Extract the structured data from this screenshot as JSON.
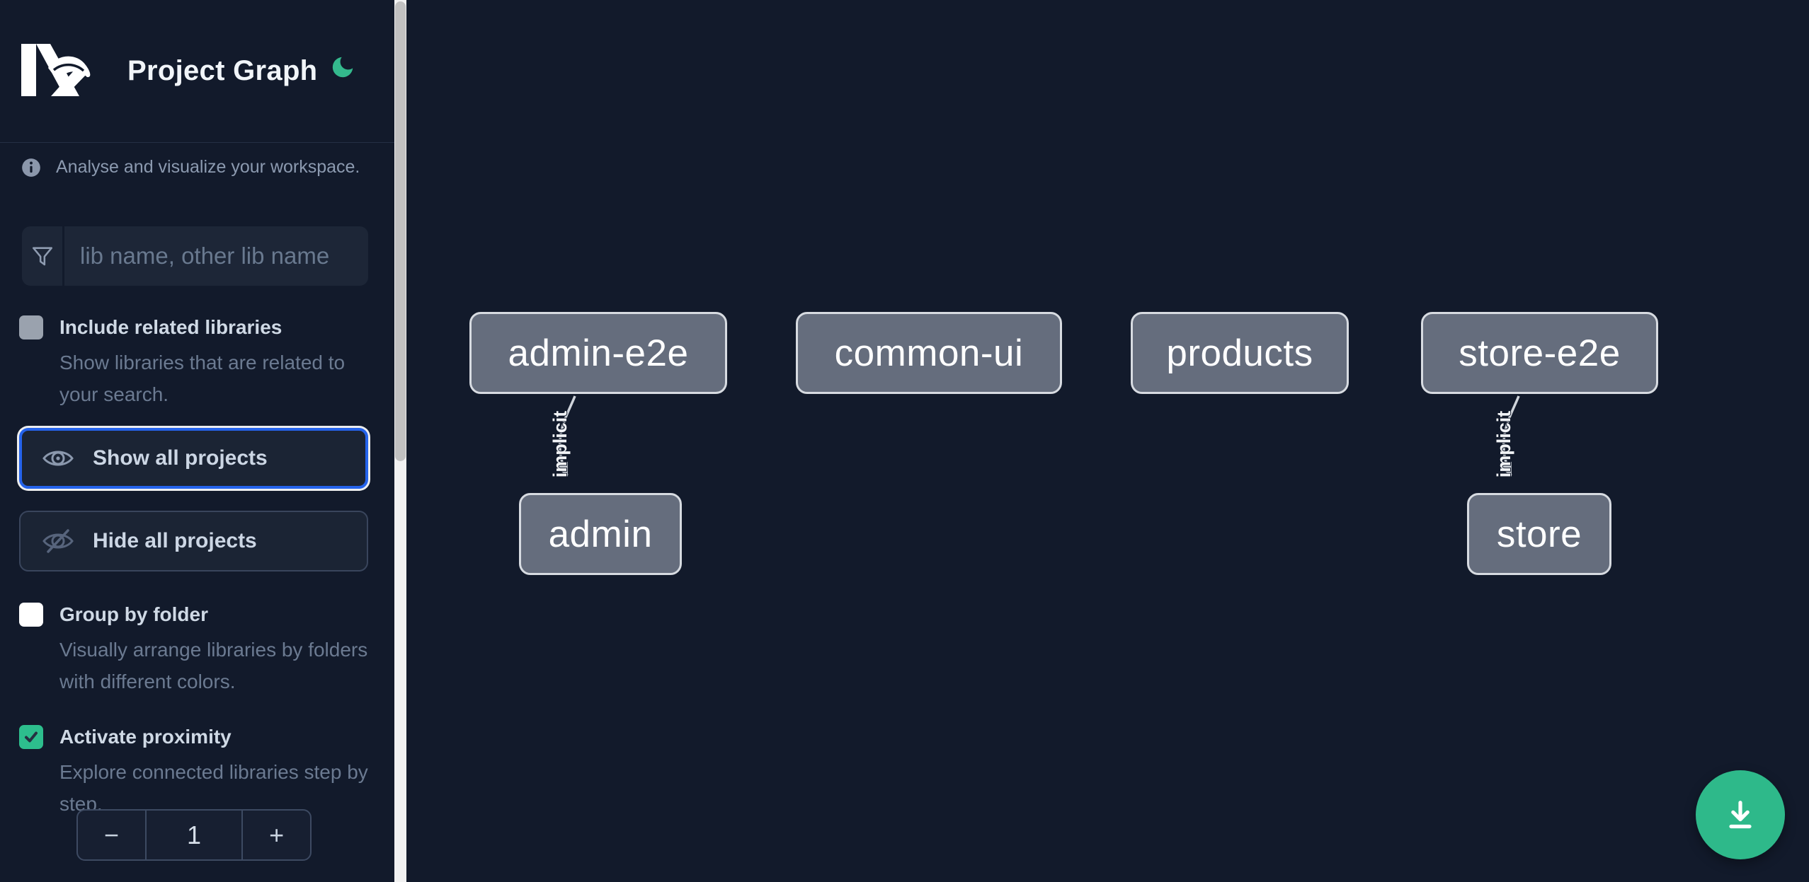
{
  "header": {
    "title": "Project Graph"
  },
  "info": {
    "text": "Analyse and visualize your workspace."
  },
  "search": {
    "placeholder": "lib name, other lib name"
  },
  "options": {
    "include_related": {
      "label": "Include related libraries",
      "description": "Show libraries that are related to your search.",
      "checked": false
    },
    "group_by_folder": {
      "label": "Group by folder",
      "description": "Visually arrange libraries by folders with different colors.",
      "checked": false
    },
    "proximity": {
      "label": "Activate proximity",
      "description": "Explore connected libraries step by step.",
      "checked": true,
      "value": "1",
      "decrement_label": "−",
      "increment_label": "+"
    }
  },
  "actions": {
    "show_all": "Show all projects",
    "hide_all": "Hide all projects"
  },
  "graph": {
    "nodes": [
      {
        "label": "admin-e2e"
      },
      {
        "label": "common-ui"
      },
      {
        "label": "products"
      },
      {
        "label": "store-e2e"
      },
      {
        "label": "admin"
      },
      {
        "label": "store"
      }
    ],
    "edges": [
      {
        "source": "admin-e2e",
        "target": "admin",
        "label": "implicit"
      },
      {
        "source": "store-e2e",
        "target": "store",
        "label": "implicit"
      }
    ]
  },
  "colors": {
    "accent_green": "#2eb98a",
    "focus_blue": "#2563eb",
    "node_fill": "#656d7d",
    "background": "#121a2b"
  }
}
